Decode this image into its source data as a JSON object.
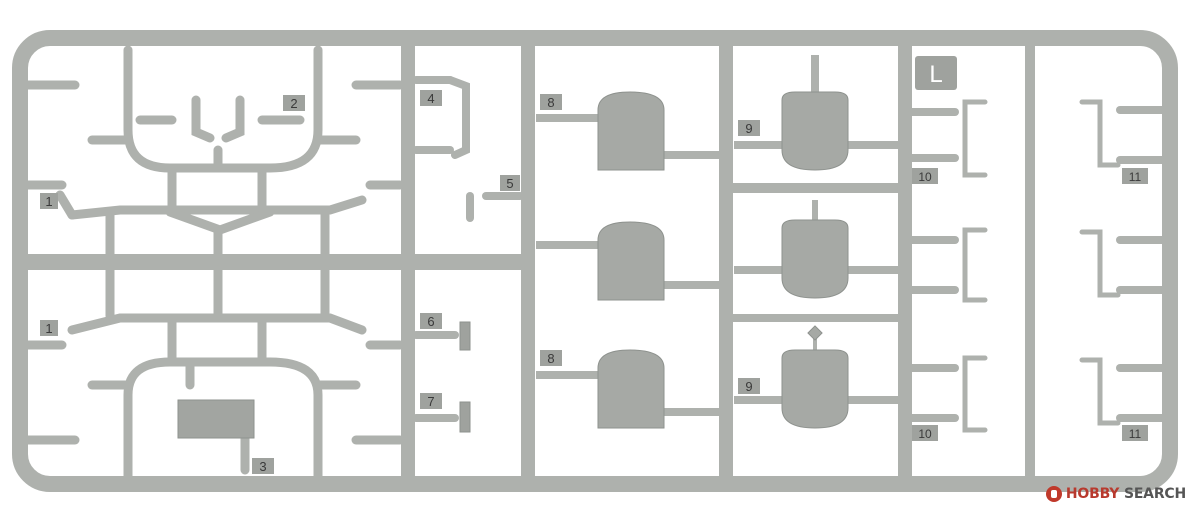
{
  "sprue": {
    "letter": "L",
    "labels": [
      "1",
      "2",
      "3",
      "4",
      "5",
      "6",
      "7",
      "8",
      "8",
      "9",
      "9",
      "10",
      "10",
      "11",
      "11",
      "1"
    ]
  },
  "watermark": {
    "part1": "HOBBY",
    "part2": "SEARCH"
  },
  "colors": {
    "plastic": "#aeb1ad",
    "plastic_dark": "#8e928e",
    "tag": "#9fa29e",
    "background": "#ffffff"
  }
}
